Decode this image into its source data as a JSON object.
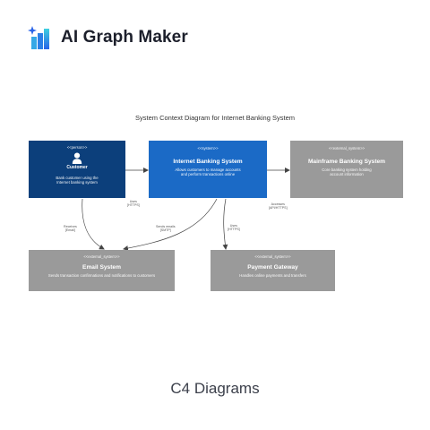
{
  "app": {
    "brand": "AI Graph Maker"
  },
  "diagram": {
    "title": "System Context Diagram for Internet Banking System",
    "nodes": {
      "customer": {
        "stereotype": "<<person>>",
        "name": "Customer",
        "description": [
          "Bank customer using the",
          "Internet banking system"
        ]
      },
      "ibs": {
        "stereotype": "<<system>>",
        "name": "Internet Banking System",
        "description": [
          "Allows customers to manage accounts",
          "and perform transactions online"
        ]
      },
      "mbs": {
        "stereotype": "<<external_system>>",
        "name": "Mainframe Banking System",
        "description": [
          "Core banking system holding",
          "account information"
        ]
      },
      "email": {
        "stereotype": "<<external_system>>",
        "name": "Email System",
        "description": [
          "Sends transaction confirmations and notifications to customers"
        ]
      },
      "payment": {
        "stereotype": "<<external_system>>",
        "name": "Payment Gateway",
        "description": [
          "Handles online payments and transfers"
        ]
      }
    },
    "edges": {
      "customer_ibs": [
        "Uses",
        "[HTTPS]"
      ],
      "ibs_mbs": [
        "Accesses",
        "[API/HTTPS]"
      ],
      "customer_email": [
        "Receives",
        "[Email]"
      ],
      "ibs_email": [
        "Sends emails",
        "[SMTP]"
      ],
      "ibs_payment": [
        "Uses",
        "[HTTPS]"
      ]
    },
    "colors": {
      "person": "#0c3f7b",
      "system": "#1b6ac6",
      "external": "#9a9a9a"
    }
  },
  "footer": {
    "title": "C4 Diagrams"
  }
}
